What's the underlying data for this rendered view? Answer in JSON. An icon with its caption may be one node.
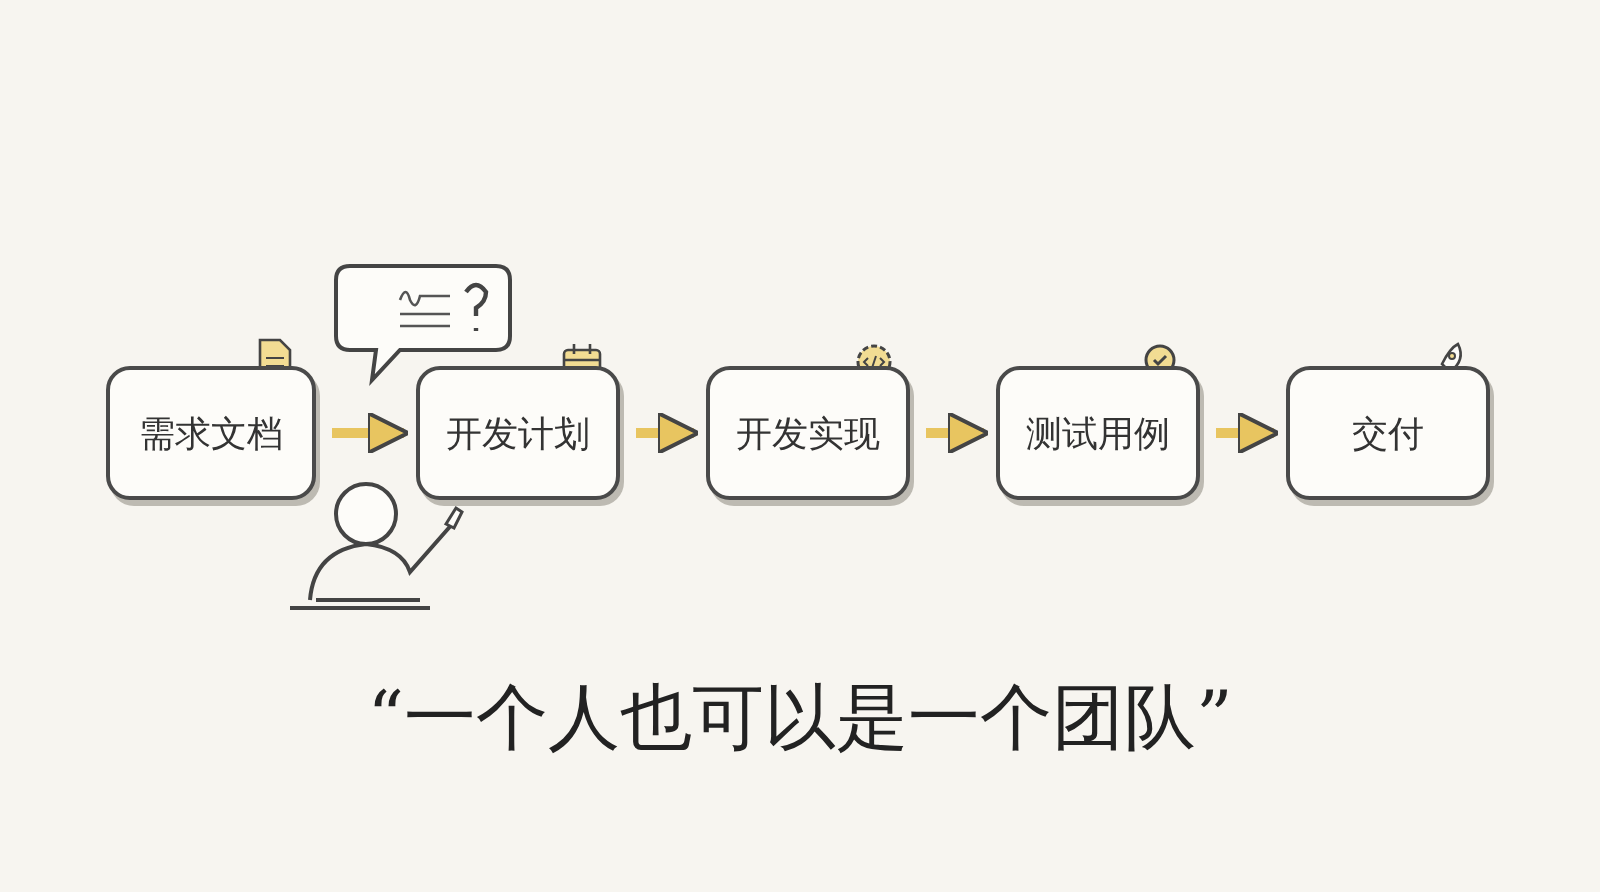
{
  "diagram": {
    "title": "“一个人也可以是一个团队”",
    "nodes": [
      {
        "text": [
          "需求文档"
        ]
      },
      {
        "text": [
          "开发计划"
        ]
      },
      {
        "text": [
          "开发实现"
        ]
      },
      {
        "text": [
          "测试用例"
        ]
      },
      {
        "text": [
          "交付"
        ]
      }
    ],
    "edges": [
      {
        "from": 0,
        "to": 1,
        "arrow": "to"
      },
      {
        "from": 1,
        "to": 2,
        "arrow": "to"
      },
      {
        "from": 2,
        "to": 3,
        "arrow": "to"
      },
      {
        "from": 3,
        "to": 4,
        "arrow": "to"
      }
    ]
  }
}
